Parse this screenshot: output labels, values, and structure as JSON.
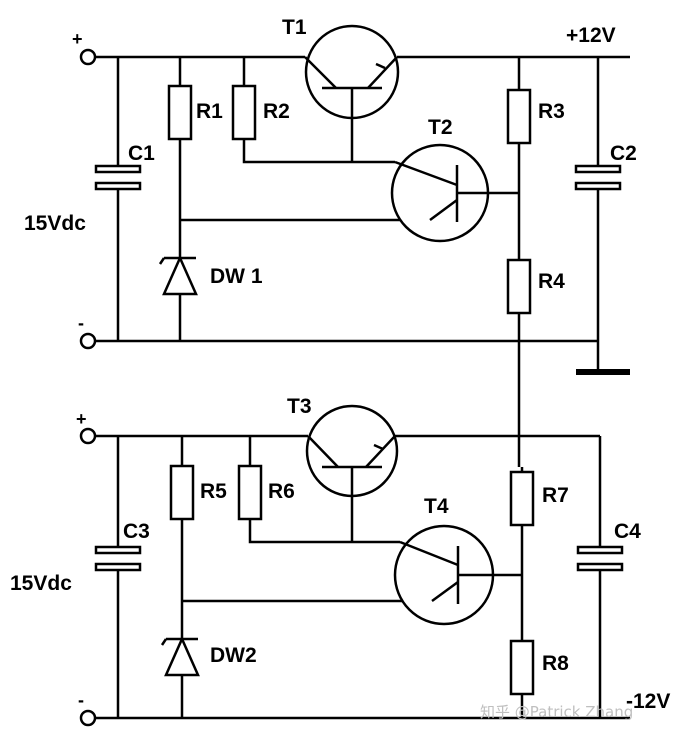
{
  "labels": {
    "t1": "T1",
    "t2": "T2",
    "t3": "T3",
    "t4": "T4",
    "r1": "R1",
    "r2": "R2",
    "r3": "R3",
    "r4": "R4",
    "r5": "R5",
    "r6": "R6",
    "r7": "R7",
    "r8": "R8",
    "c1": "C1",
    "c2": "C2",
    "c3": "C3",
    "c4": "C4",
    "dw1": "DW 1",
    "dw2": "DW2",
    "vin_top": "15Vdc",
    "vin_bottom": "15Vdc",
    "vout_pos": "+12V",
    "vout_neg": "-12V",
    "plus_top": "+",
    "minus_top": "-",
    "plus_bottom": "+",
    "minus_bottom": "-"
  },
  "watermark": "知乎 @Patrick Zhang",
  "colors": {
    "line": "#000000",
    "background": "#ffffff",
    "watermark": "#bfbfbf"
  }
}
